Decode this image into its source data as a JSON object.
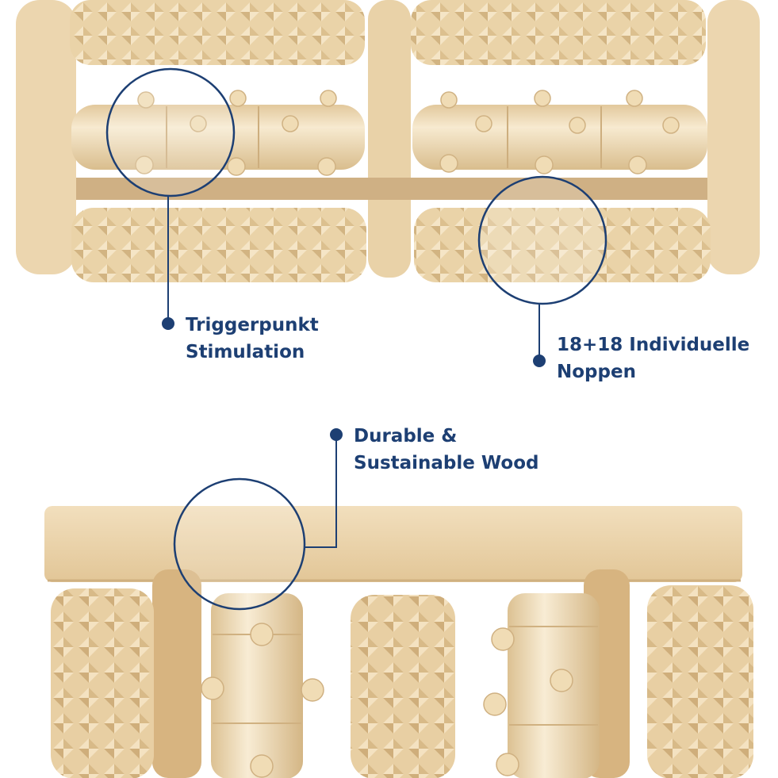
{
  "colors": {
    "accent": "#1d3f73",
    "wood_light": "#f1dfbd",
    "wood_mid": "#e3c89b",
    "wood_dark": "#c9a877",
    "background": "#ffffff"
  },
  "callouts": [
    {
      "line1": "Triggerpunkt",
      "line2": "Stimulation"
    },
    {
      "line1": "18+18 Individuelle",
      "line2": "Noppen"
    },
    {
      "line1": "Durable &",
      "line2": "Sustainable Wood"
    }
  ]
}
